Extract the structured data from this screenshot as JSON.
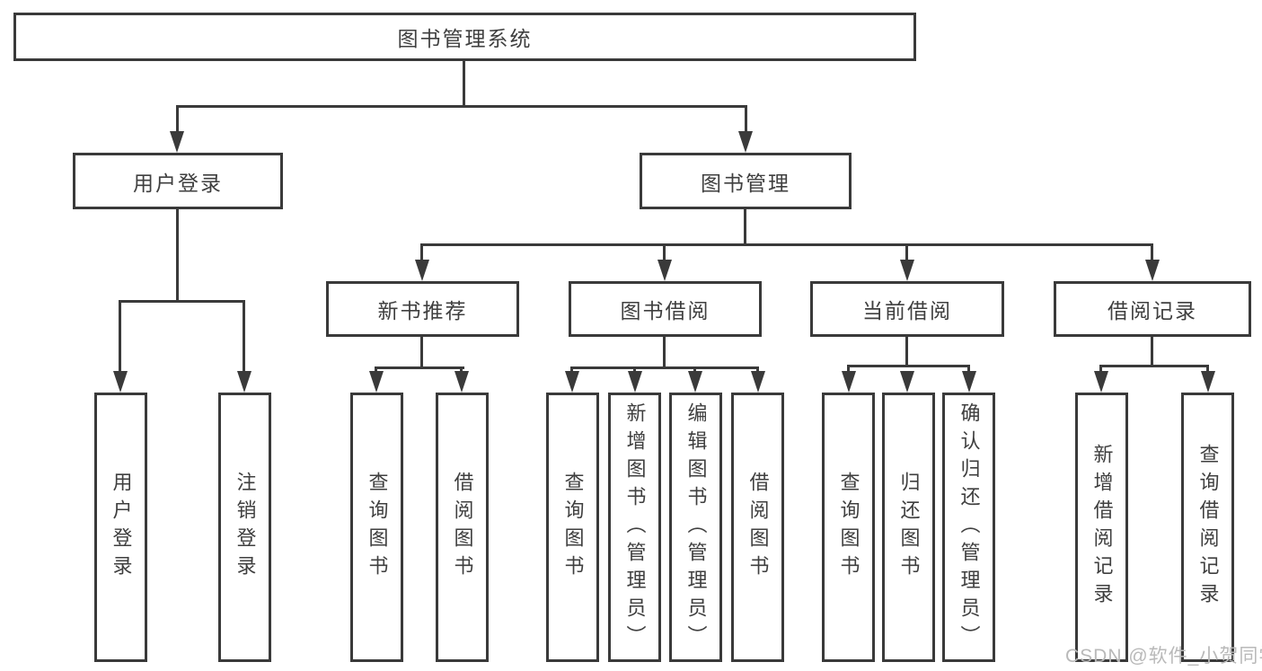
{
  "diagram": {
    "type": "tree",
    "root": {
      "label": "图书管理系统"
    },
    "branches": [
      {
        "label": "用户登录",
        "children": [
          {
            "label": "用户登录"
          },
          {
            "label": "注销登录"
          }
        ]
      },
      {
        "label": "图书管理",
        "children": [
          {
            "label": "新书推荐",
            "children": [
              {
                "label": "查询图书"
              },
              {
                "label": "借阅图书"
              }
            ]
          },
          {
            "label": "图书借阅",
            "children": [
              {
                "label": "查询图书"
              },
              {
                "label": "新增图书（管理员）"
              },
              {
                "label": "编辑图书（管理员）"
              },
              {
                "label": "借阅图书"
              }
            ]
          },
          {
            "label": "当前借阅",
            "children": [
              {
                "label": "查询图书"
              },
              {
                "label": "归还图书"
              },
              {
                "label": "确认归还（管理员）"
              }
            ]
          },
          {
            "label": "借阅记录",
            "children": [
              {
                "label": "新增借阅记录"
              },
              {
                "label": "查询借阅记录"
              }
            ]
          }
        ]
      }
    ]
  },
  "watermark": {
    "text": "CSDN @软件_小贺同学"
  },
  "colors": {
    "line": "#3a3a3a",
    "text": "#3f3f3f",
    "background": "#ffffff",
    "watermark": "#b9b9b9"
  }
}
